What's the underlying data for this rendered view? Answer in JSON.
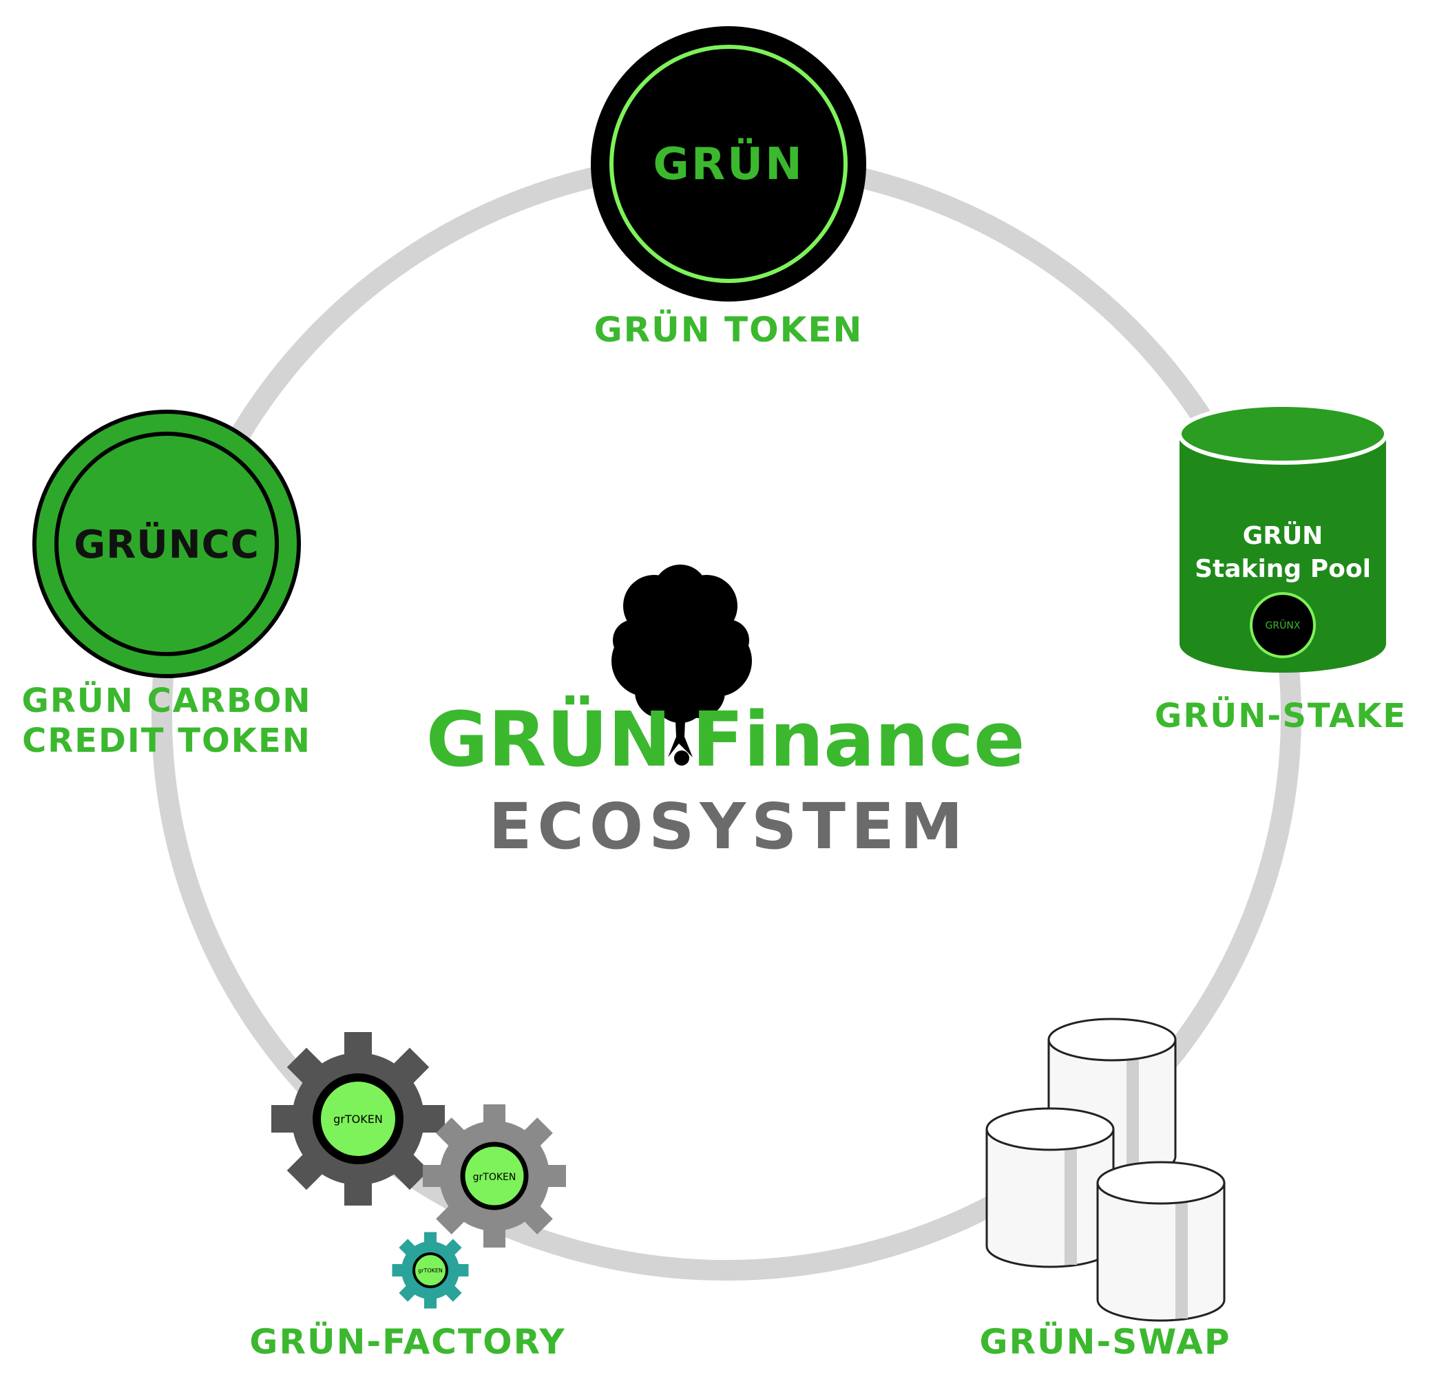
{
  "center": {
    "brand_left": "GRÜN",
    "brand_right": "Finance",
    "subtitle": "ECOSYSTEM"
  },
  "nodes": {
    "token": {
      "coin_text": "GRÜN",
      "label": "GRÜN TOKEN"
    },
    "stake": {
      "line1": "GRÜN",
      "line2": "Staking Pool",
      "badge": "GRÜNX",
      "label": "GRÜN-STAKE"
    },
    "swap": {
      "label": "GRÜN-SWAP"
    },
    "factory": {
      "gear_text": "grTOKEN",
      "label": "GRÜN-FACTORY"
    },
    "carbon": {
      "coin_text": "GRÜNCC",
      "label_line1": "GRÜN CARBON",
      "label_line2": "CREDIT TOKEN"
    }
  },
  "colors": {
    "brand_green": "#3bb82e",
    "light_green": "#7ef25a",
    "dark_green": "#1f8a1a",
    "ring_gray": "#d4d4d4",
    "ecosystem_gray": "#6b6b6b",
    "gear_dark": "#545454",
    "gear_mid": "#8a8a8a",
    "gear_teal": "#2aa39a"
  }
}
